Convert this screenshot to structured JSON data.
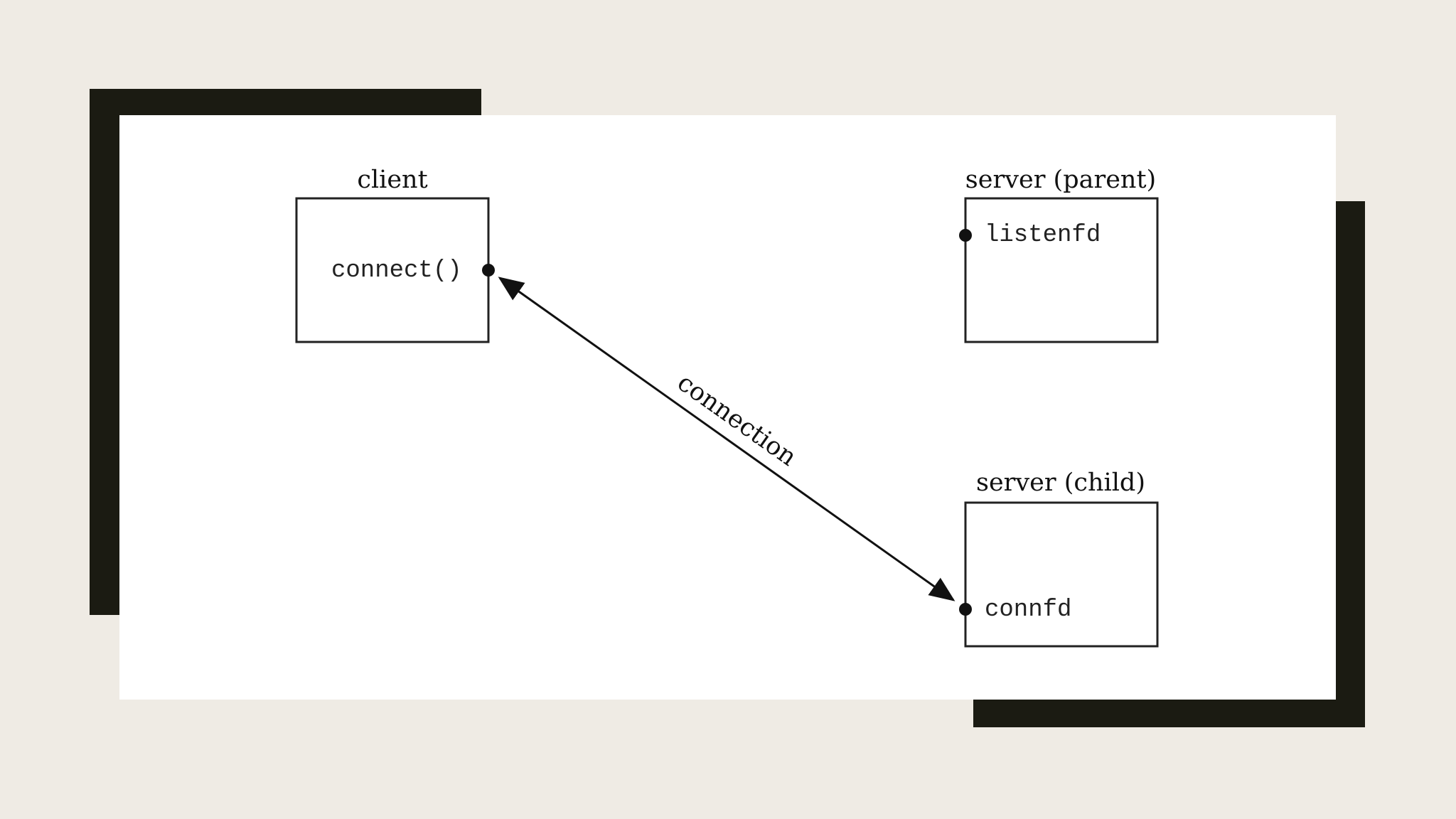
{
  "diagram": {
    "client": {
      "title": "client",
      "call": "connect()"
    },
    "server_parent": {
      "title": "server (parent)",
      "descriptor": "listenfd"
    },
    "server_child": {
      "title": "server (child)",
      "descriptor": "connfd"
    },
    "link": {
      "label": "connection",
      "direction": "bidirectional"
    }
  },
  "colors": {
    "background": "#efebe4",
    "accent_bars": "#1b1b12",
    "panel": "#ffffff",
    "ink": "#222222"
  }
}
